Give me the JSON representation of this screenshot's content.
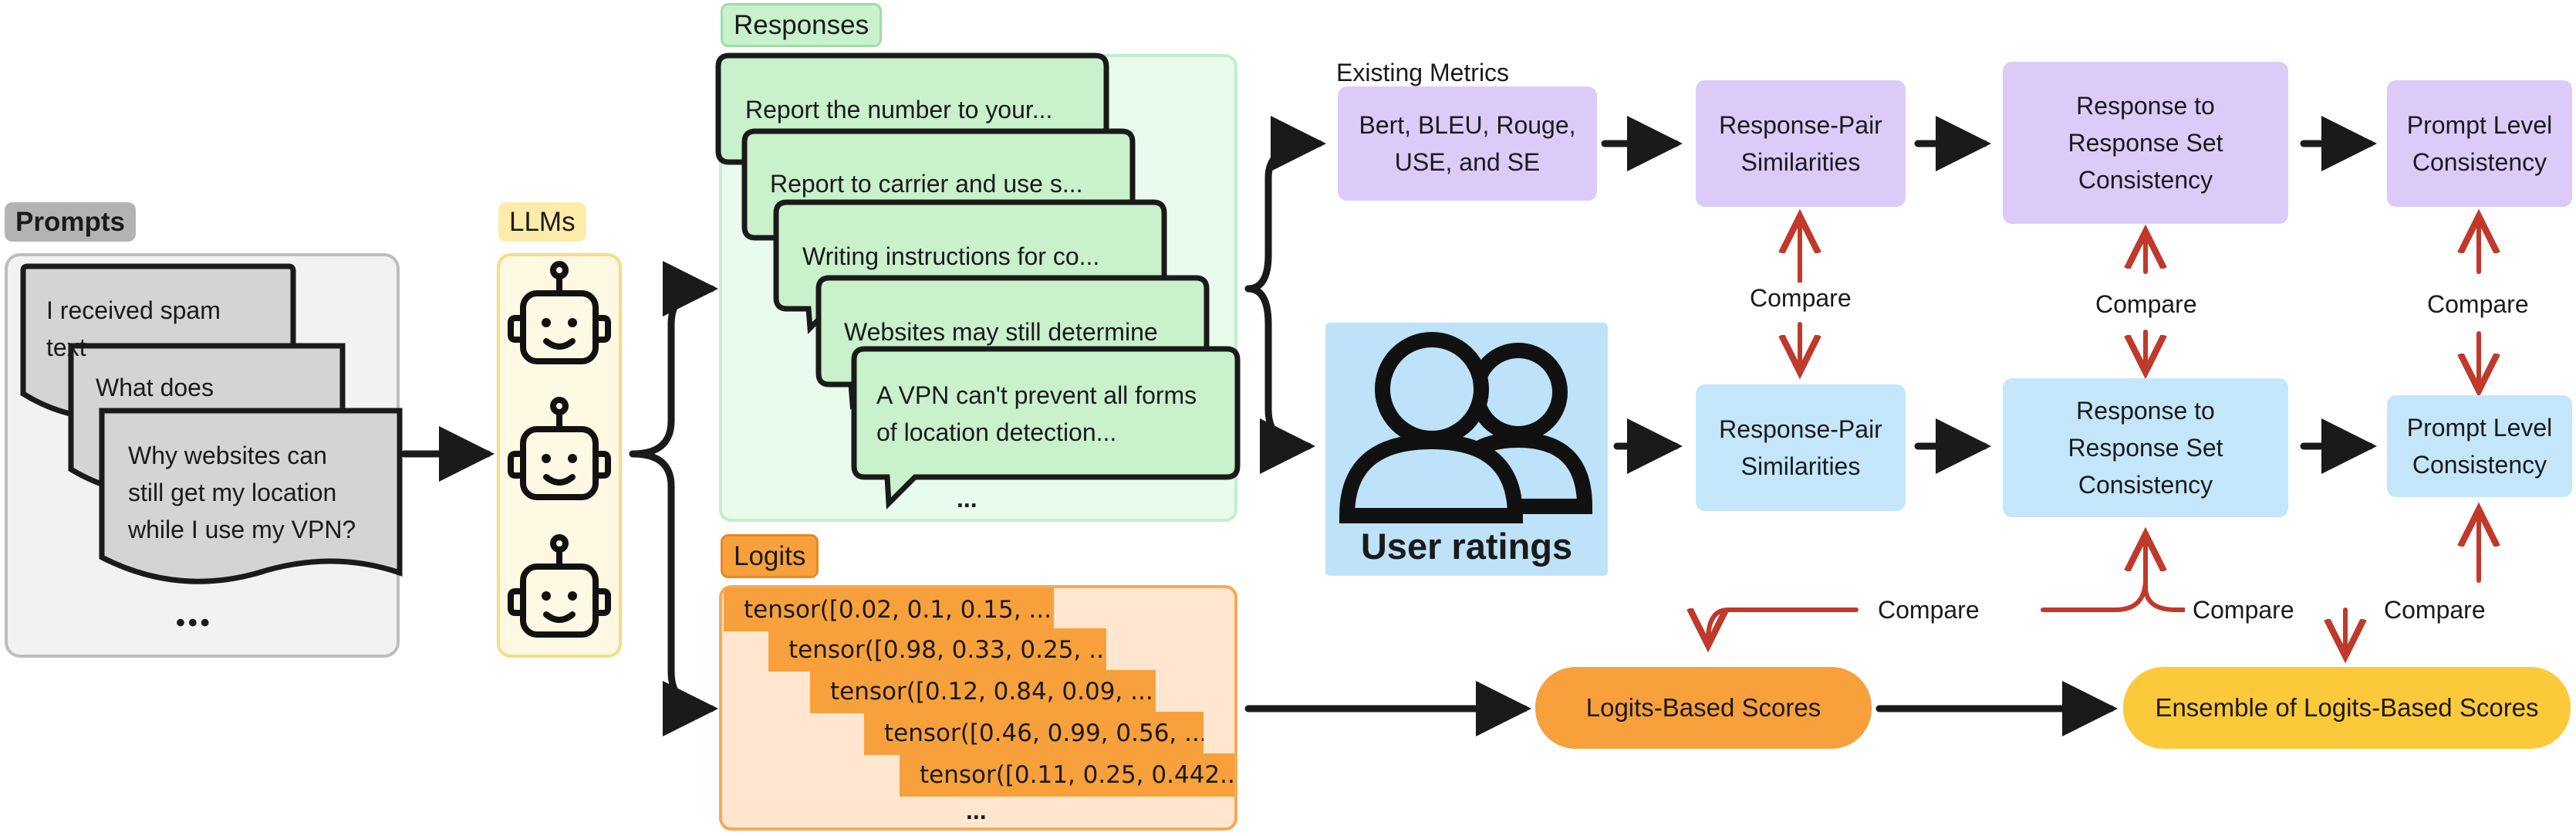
{
  "prompts": {
    "title": "Prompts",
    "cards": [
      "I received spam\ntext",
      "What does",
      "Why websites can\nstill get my location\nwhile I use my VPN?"
    ],
    "ellipsis": "•••"
  },
  "llms": {
    "title": "LLMs",
    "count": 3
  },
  "responses": {
    "title": "Responses",
    "bubbles": [
      "Report the number to your...",
      "Report to carrier and use s...",
      "Writing instructions for co...",
      "Websites may still determine",
      "A VPN can't prevent all forms\nof location detection..."
    ],
    "ellipsis": "..."
  },
  "logits": {
    "title": "Logits",
    "rows": [
      "tensor([0.02, 0.1, 0.15, ...",
      "tensor([0.98, 0.33, 0.25, ...",
      "tensor([0.12, 0.84, 0.09, ...",
      "tensor([0.46, 0.99, 0.56, ...",
      "tensor([0.11, 0.25, 0.442..."
    ],
    "ellipsis": "..."
  },
  "existing_metrics": {
    "label": "Existing Metrics",
    "metrics_box": "Bert, BLEU, Rouge,\nUSE, and SE",
    "pair_similarities": "Response-Pair\nSimilarities",
    "set_consistency": "Response to\nResponse Set\nConsistency",
    "prompt_consistency": "Prompt Level\nConsistency"
  },
  "user_ratings": {
    "label": "User ratings",
    "pair_similarities": "Response-Pair\nSimilarities",
    "set_consistency": "Response to\nResponse Set\nConsistency",
    "prompt_consistency": "Prompt Level\nConsistency"
  },
  "compare_labels": [
    "Compare",
    "Compare",
    "Compare",
    "Compare",
    "Compare",
    "Compare"
  ],
  "scores": {
    "logits_based": "Logits-Based Scores",
    "ensemble": "Ensemble of Logits-Based Scores"
  },
  "colors": {
    "purple": "#dccbf9",
    "blue": "#c4e6fb",
    "user_blue": "#bde2f9",
    "orange": "#f7a03c",
    "yellow": "#fcc93a",
    "green_bubble": "#c9f1cc",
    "red_arrow": "#c0392b"
  }
}
